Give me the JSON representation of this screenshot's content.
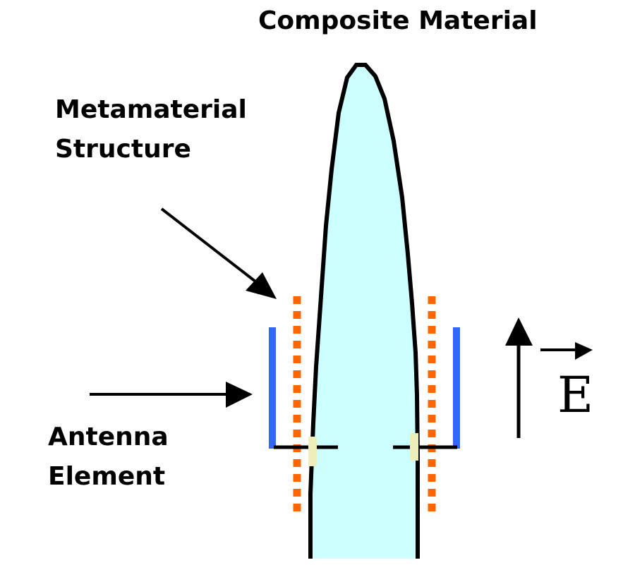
{
  "labels": {
    "composite_material": "Composite Material",
    "metamaterial_line1": "Metamaterial",
    "metamaterial_line2": "Structure",
    "antenna_line1": "Antenna",
    "antenna_line2": "Element",
    "field_symbol": "E"
  },
  "colors": {
    "composite_fill": "#ccffff",
    "outline": "#000000",
    "antenna": "#3366ff",
    "metamaterial": "#ff6600",
    "junction": "#eeeebb"
  }
}
